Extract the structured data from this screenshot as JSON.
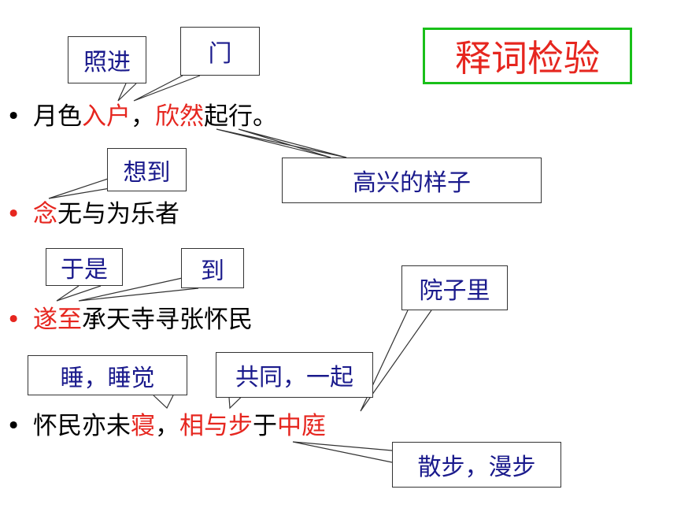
{
  "title": "释词检验",
  "colors": {
    "accent": "#e6261f",
    "callout_text": "#1a1a8c",
    "title_border": "#19c019"
  },
  "lines": [
    {
      "bullet": "•",
      "segments": [
        {
          "text": "月色",
          "red": false
        },
        {
          "text": "入户",
          "red": true
        },
        {
          "text": "，",
          "red": false
        },
        {
          "text": "欣然",
          "red": true
        },
        {
          "text": "起行。",
          "red": false
        }
      ]
    },
    {
      "bullet": "•",
      "segments": [
        {
          "text": "念",
          "red": true
        },
        {
          "text": "无与为乐者",
          "red": false
        }
      ]
    },
    {
      "bullet": "•",
      "segments": [
        {
          "text": "遂至",
          "red": true
        },
        {
          "text": "承天寺寻张怀民",
          "red": false
        }
      ]
    },
    {
      "bullet": "•",
      "segments": [
        {
          "text": "怀民亦未",
          "red": false
        },
        {
          "text": "寝",
          "red": true
        },
        {
          "text": "，",
          "red": false
        },
        {
          "text": "相与步",
          "red": true
        },
        {
          "text": "于",
          "red": false
        },
        {
          "text": "中庭",
          "red": true
        }
      ]
    }
  ],
  "callouts": {
    "zhaojin": "照进",
    "men": "门",
    "gaoxing": "高兴的样子",
    "xiangdao": "想到",
    "yushi": "于是",
    "dao": "到",
    "yuanzili": "院子里",
    "shuijiao": "睡，睡觉",
    "gongtong": "共同，一起",
    "sanbu": "散步，漫步"
  }
}
